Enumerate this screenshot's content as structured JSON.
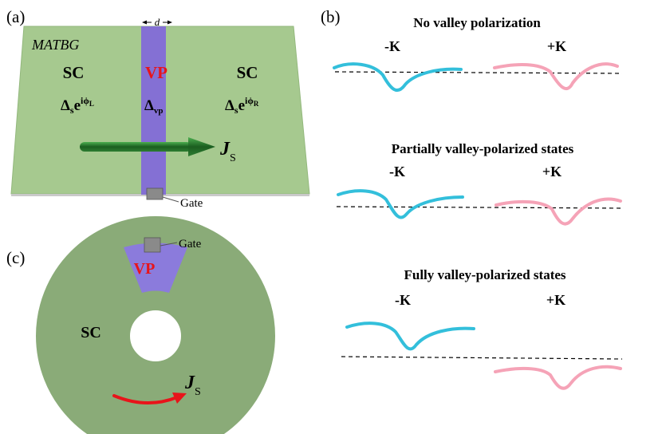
{
  "panel_a": {
    "label": "(a)",
    "material": "MATBG",
    "dimension": "d",
    "left_region": "SC",
    "middle_region": "VP",
    "right_region": "SC",
    "left_gap_symbol": "Δ",
    "left_gap_sub": "s",
    "left_phase_base": "e",
    "left_phase_exp": "iϕ",
    "left_phase_sub": "L",
    "middle_gap_symbol": "Δ",
    "middle_gap_sub": "vp",
    "right_gap_symbol": "Δ",
    "right_gap_sub": "s",
    "right_phase_base": "e",
    "right_phase_exp": "iϕ",
    "right_phase_sub": "R",
    "current_symbol": "J",
    "current_sub": "S",
    "gate_label": "Gate",
    "colors": {
      "sc": "#a6c98f",
      "vp": "#8470d4",
      "arrow": "#2e7d32",
      "vp_text": "#e8141a"
    }
  },
  "panel_b": {
    "label": "(b)",
    "rows": [
      {
        "title": "No valley polarization",
        "minus": "-K",
        "plus": "+K"
      },
      {
        "title": "Partially valley-polarized states",
        "minus": "-K",
        "plus": "+K"
      },
      {
        "title": "Fully valley-polarized states",
        "minus": "-K",
        "plus": "+K"
      }
    ],
    "colors": {
      "minus_k": "#33bfdb",
      "plus_k": "#f5a3b7"
    }
  },
  "panel_c": {
    "label": "(c)",
    "sc_label": "SC",
    "vp_label": "VP",
    "gate_label": "Gate",
    "current_symbol": "J",
    "current_sub": "S",
    "colors": {
      "ring": "#8aab78",
      "vp": "#8b7bdc",
      "arrow": "#e8141a"
    }
  }
}
